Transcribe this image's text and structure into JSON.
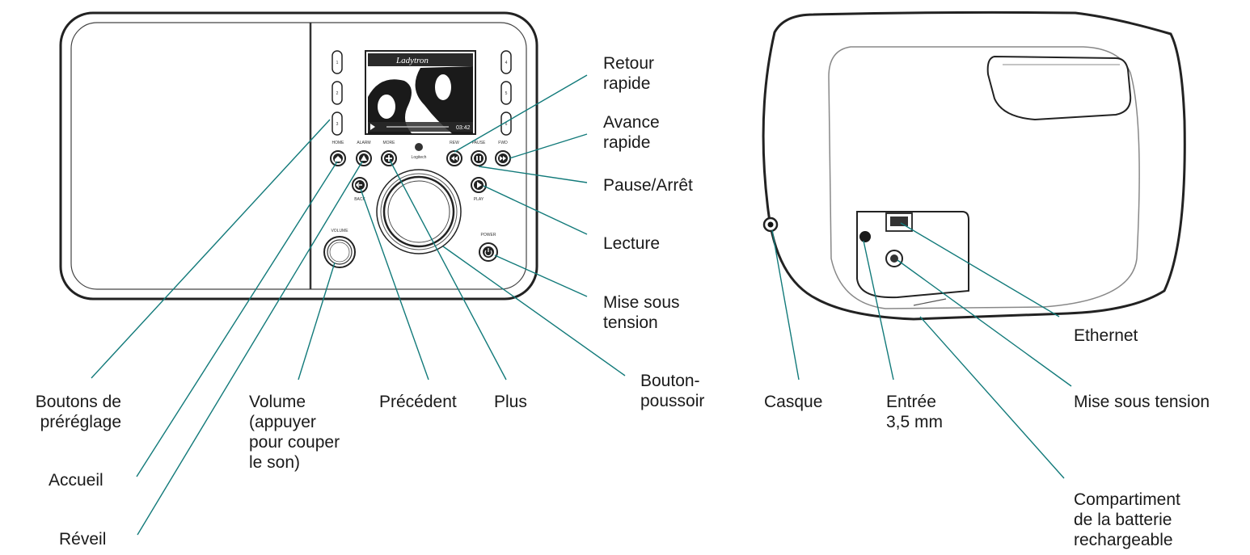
{
  "device": {
    "screen_title": "Ladytron",
    "screen_time": "03:42",
    "brand": "Logitech",
    "button_marks": {
      "home": "HOME",
      "alarm": "ALARM",
      "more": "MORE",
      "rew": "REW",
      "pause": "PAUSE",
      "fwd": "FWD",
      "back": "BACK",
      "play": "PLAY",
      "power": "POWER",
      "volume": "VOLUME"
    },
    "preset_numbers": [
      "1",
      "2",
      "3",
      "4",
      "5",
      "6"
    ]
  },
  "labels": {
    "retour_rapide": [
      "Retour",
      "rapide"
    ],
    "avance_rapide": [
      "Avance",
      "rapide"
    ],
    "pause_arret": "Pause/Arrêt",
    "lecture": "Lecture",
    "mise_sous_tension_front": [
      "Mise sous",
      "tension"
    ],
    "bouton_poussoir": [
      "Bouton-",
      "poussoir"
    ],
    "boutons_prereglage": [
      "Boutons de",
      "préréglage"
    ],
    "accueil": "Accueil",
    "reveil": "Réveil",
    "volume": [
      "Volume",
      "(appuyer",
      "pour couper",
      "le son)"
    ],
    "precedent": "Précédent",
    "plus": "Plus",
    "ethernet": "Ethernet",
    "casque": "Casque",
    "entree": [
      "Entrée",
      "3,5 mm"
    ],
    "mise_sous_tension_back": "Mise sous tension",
    "compartiment": [
      "Compartiment",
      "de la batterie",
      "rechargeable"
    ]
  },
  "colors": {
    "leader_line": "#127a7a",
    "outline": "#222222",
    "text": "#1a1a1a"
  }
}
